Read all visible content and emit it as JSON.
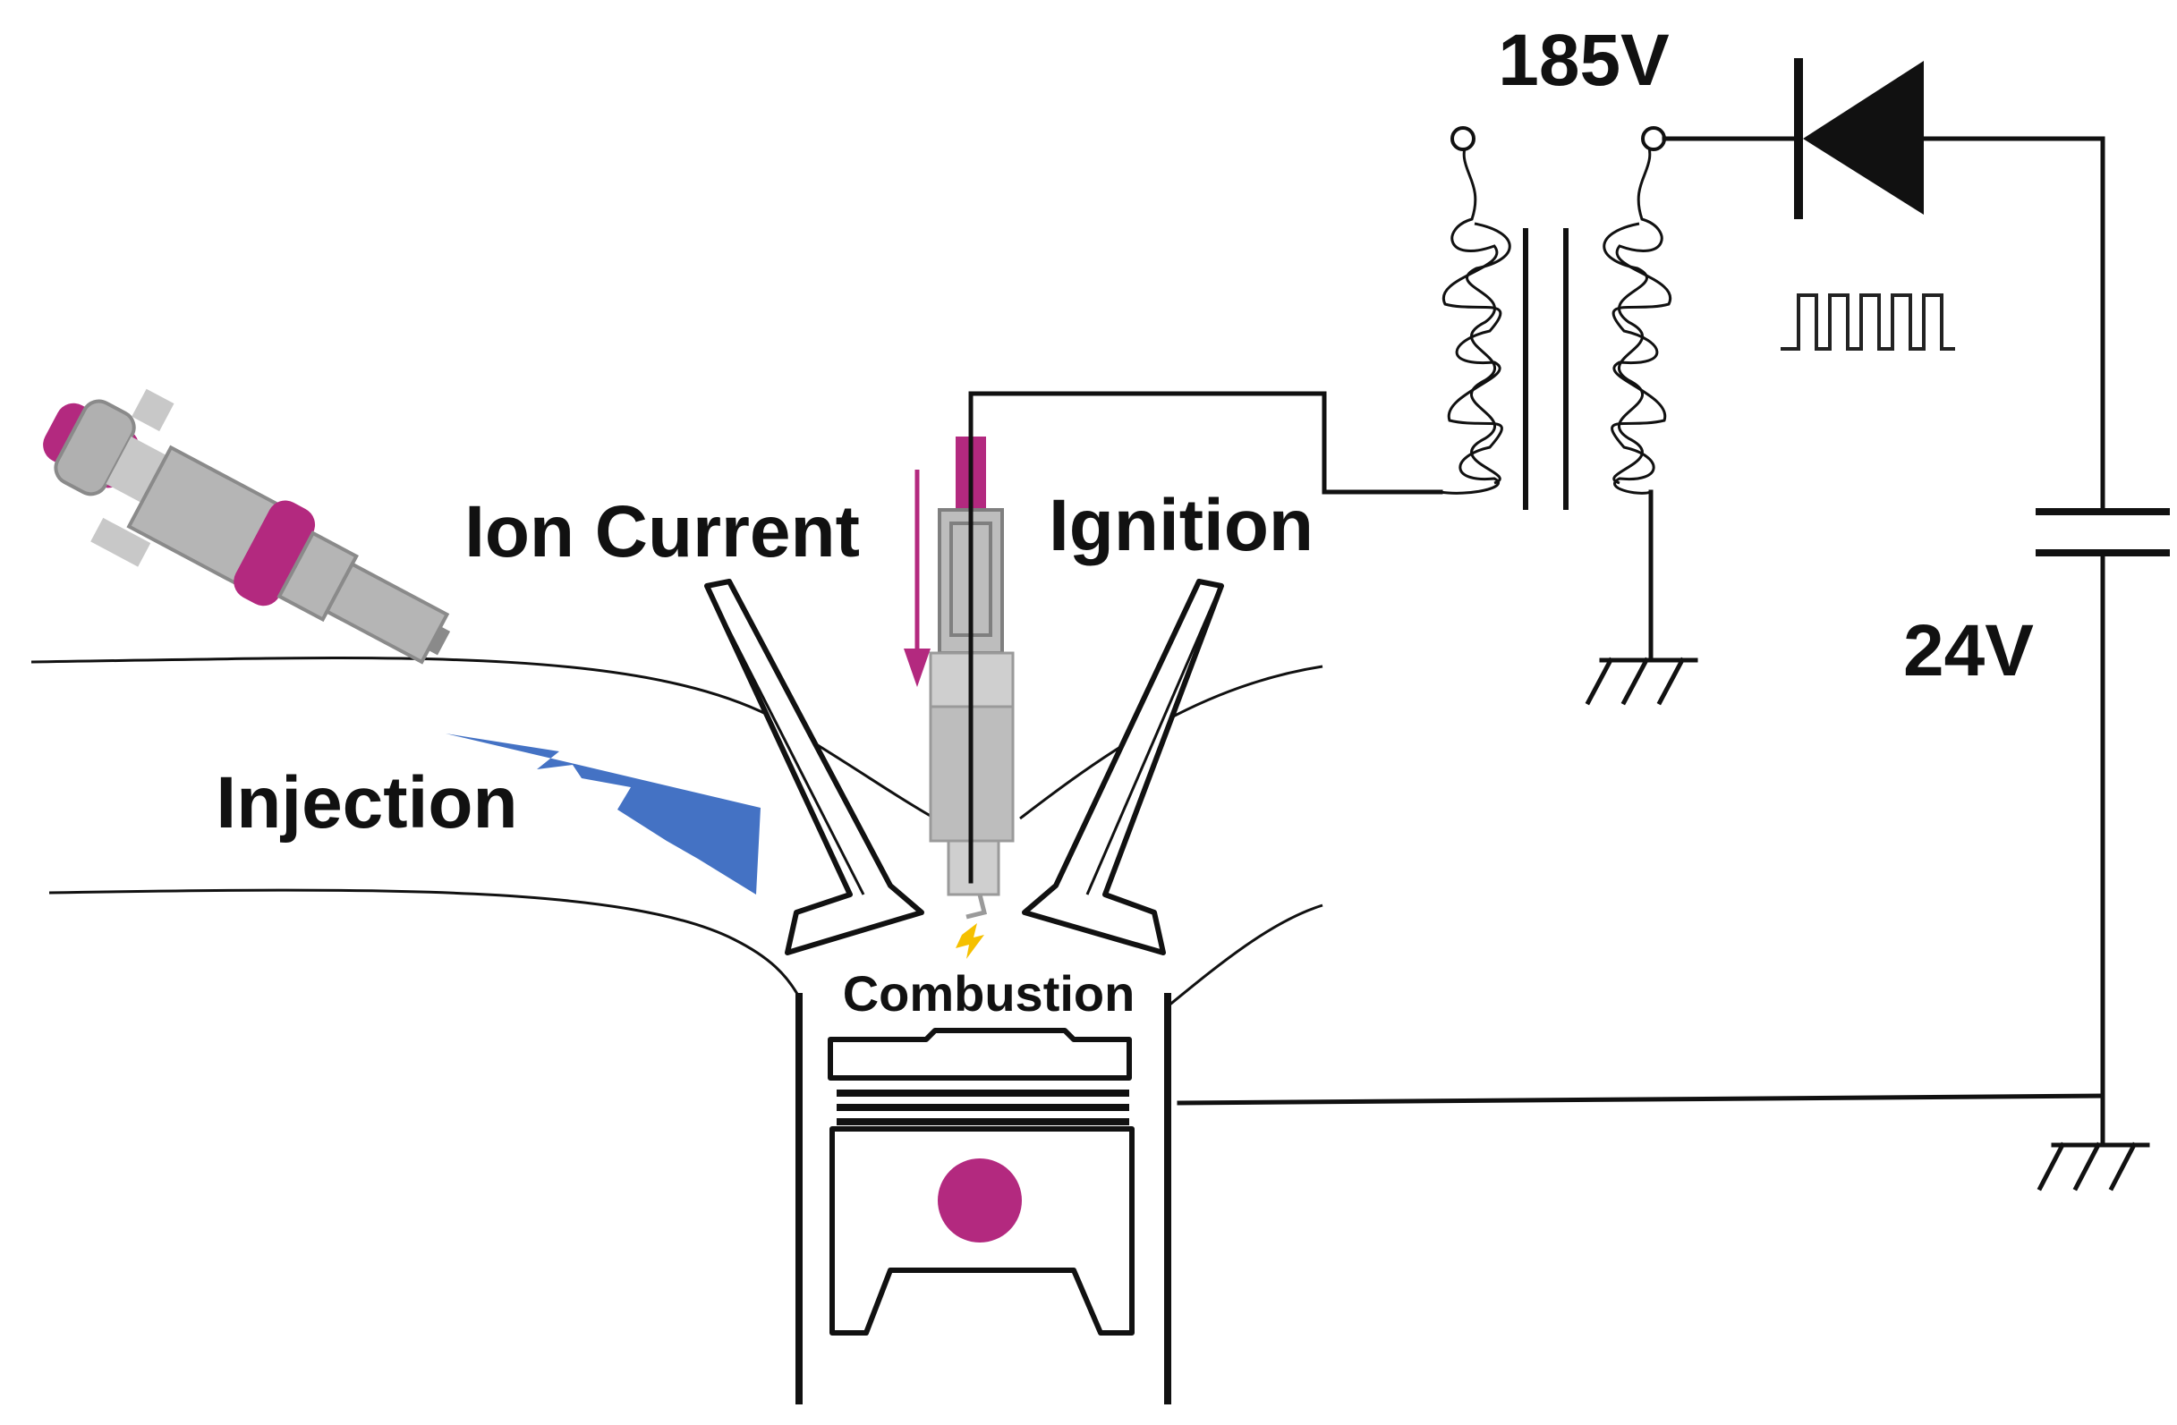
{
  "labels": {
    "ion_current": "Ion Current",
    "ignition": "Ignition",
    "injection": "Injection",
    "combustion": "Combustion",
    "voltage_high": "185V",
    "voltage_low": "24V"
  },
  "colors": {
    "line": "#111111",
    "accent_magenta": "#b3297f",
    "injector_gray": "#bdbdbd",
    "spray_blue": "#4472c4",
    "spark_yellow": "#f5c000"
  },
  "icons": {
    "square_wave": "pulse-train-icon",
    "spark": "spark-icon"
  }
}
